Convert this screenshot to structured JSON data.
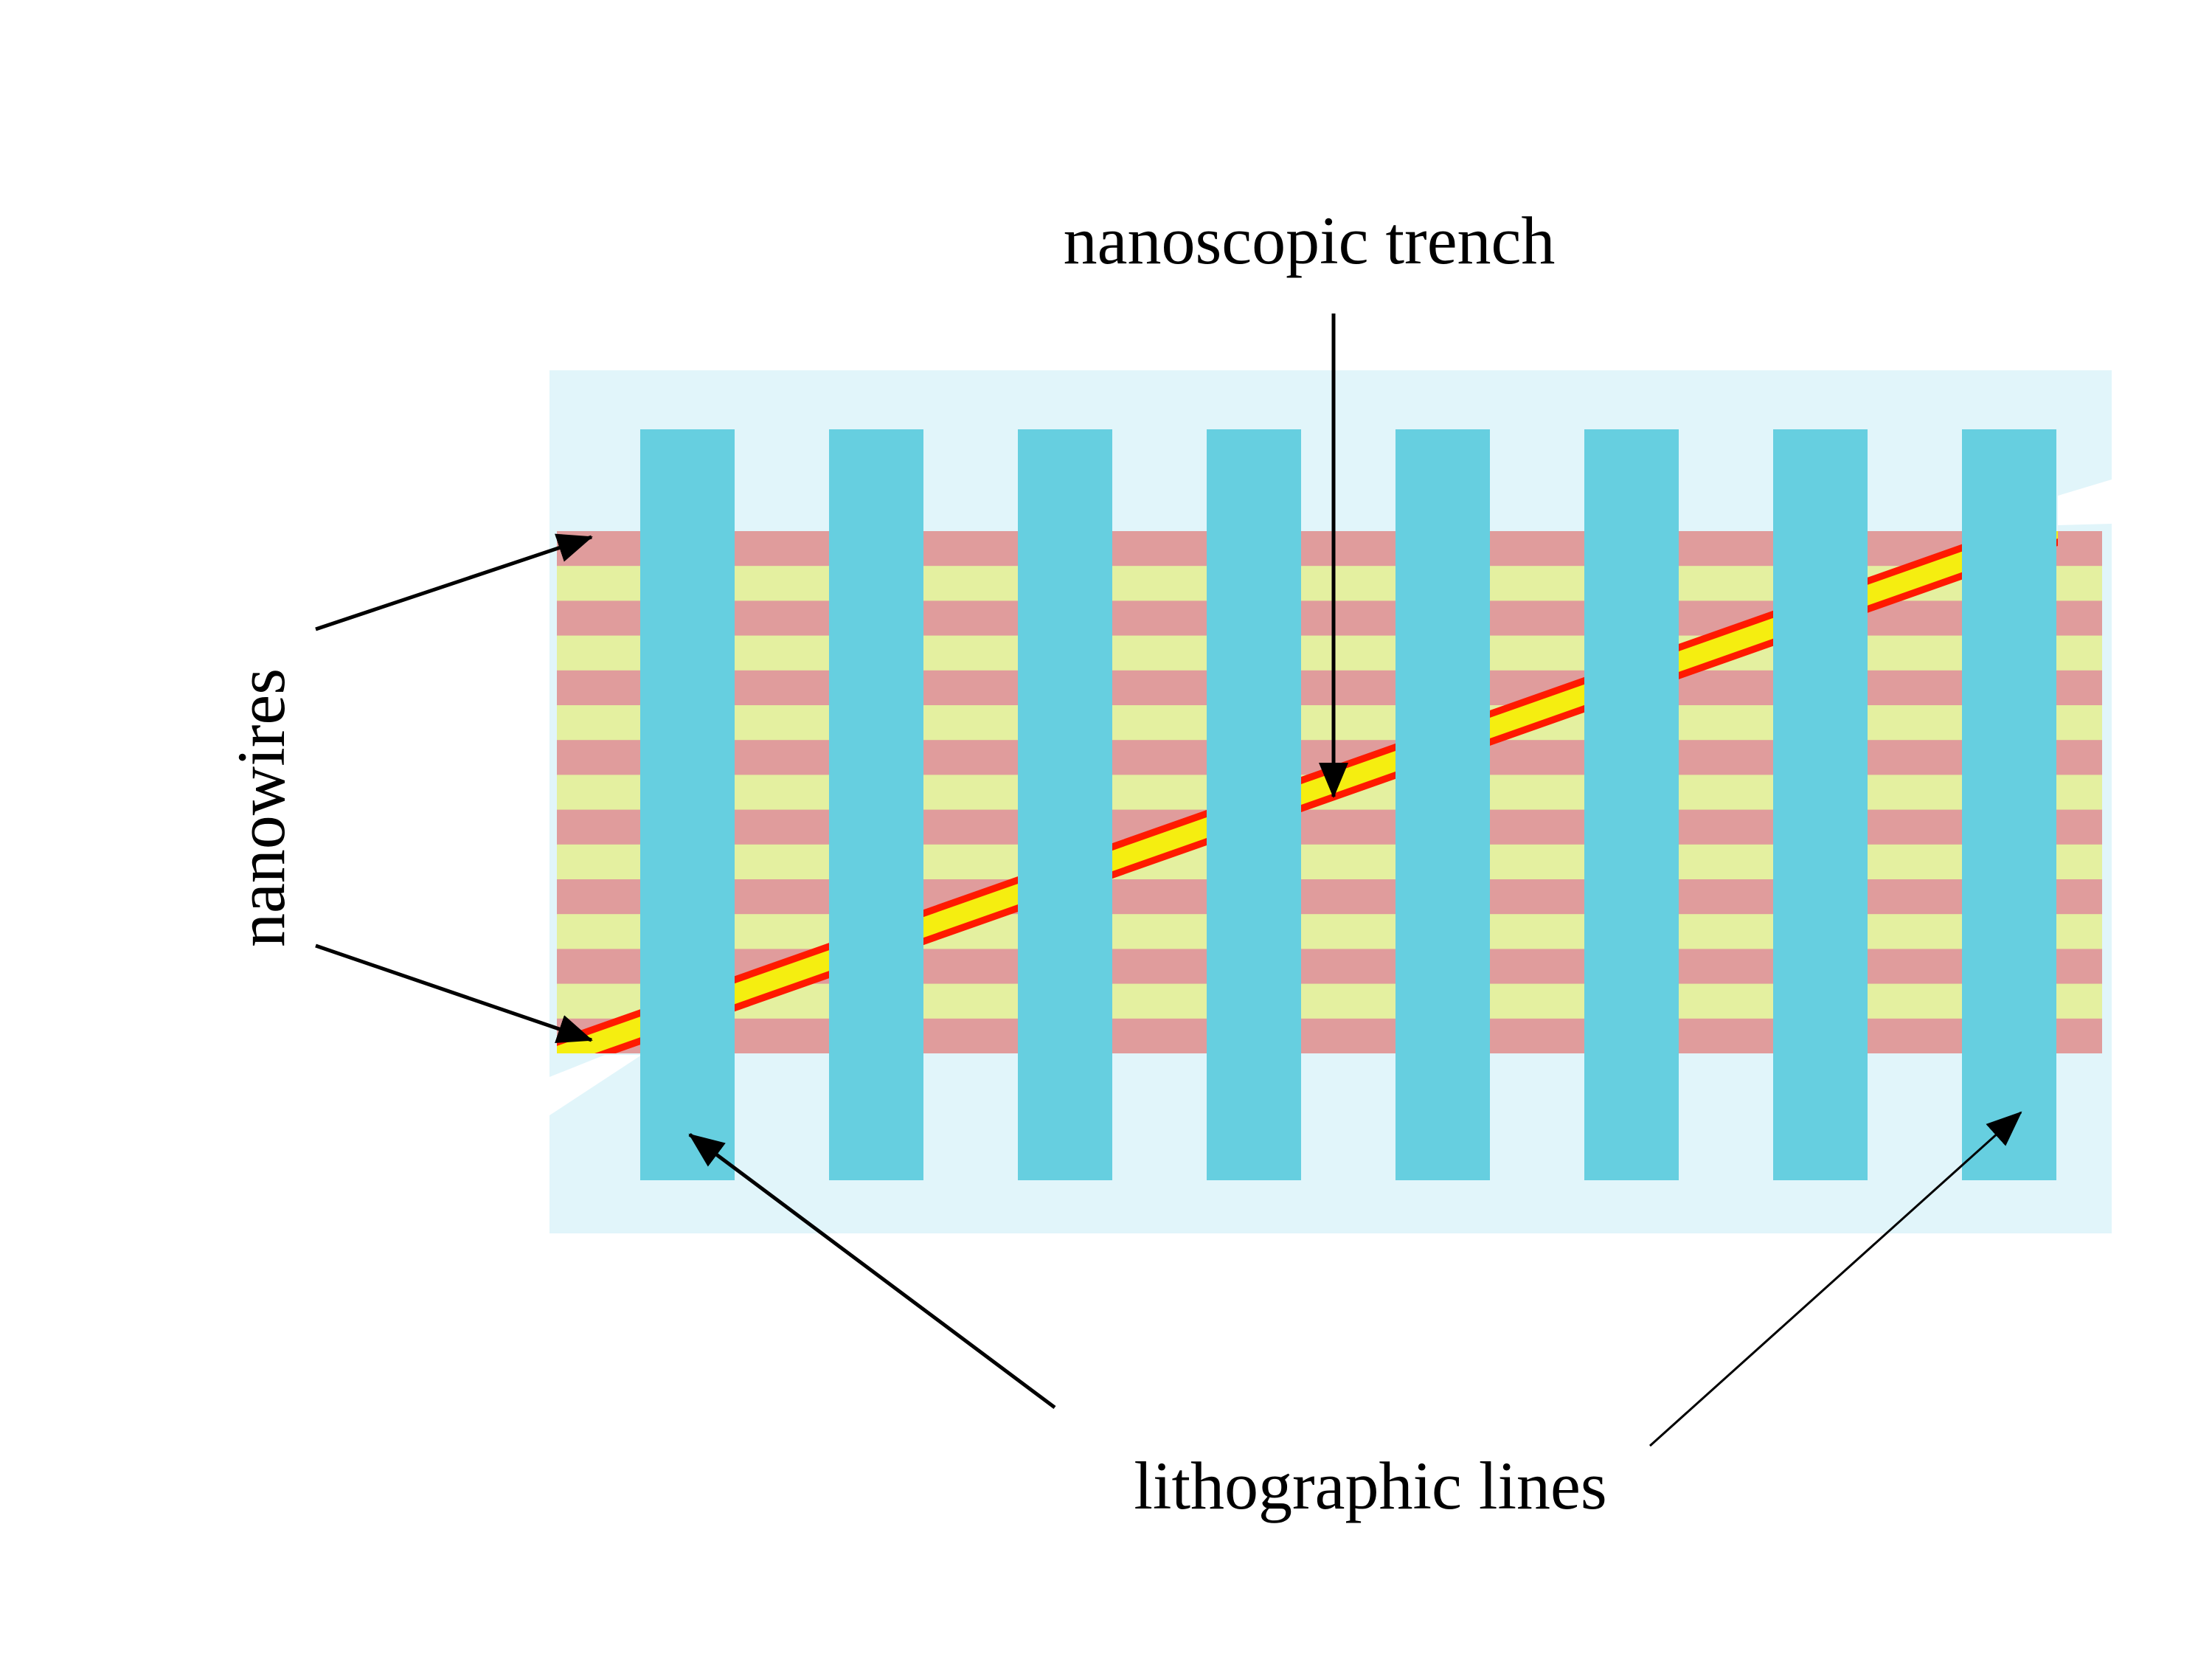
{
  "labels": {
    "trench": "nanoscopic trench",
    "nanowires": "nanowires",
    "lines": "lithographic lines"
  },
  "colors": {
    "background": "#ffffff",
    "substrate": "#e1f5fa",
    "lithographic_line": "#66cfe0",
    "nanowire_red": "#e09c9c",
    "nanowire_yellow": "#e4f0a0",
    "trench_red": "#ff1a00",
    "trench_yellow": "#f5ee10",
    "arrow": "#000000"
  },
  "structure": {
    "lithographic_line_count": 8,
    "nanowire_stripe_count": 15
  }
}
